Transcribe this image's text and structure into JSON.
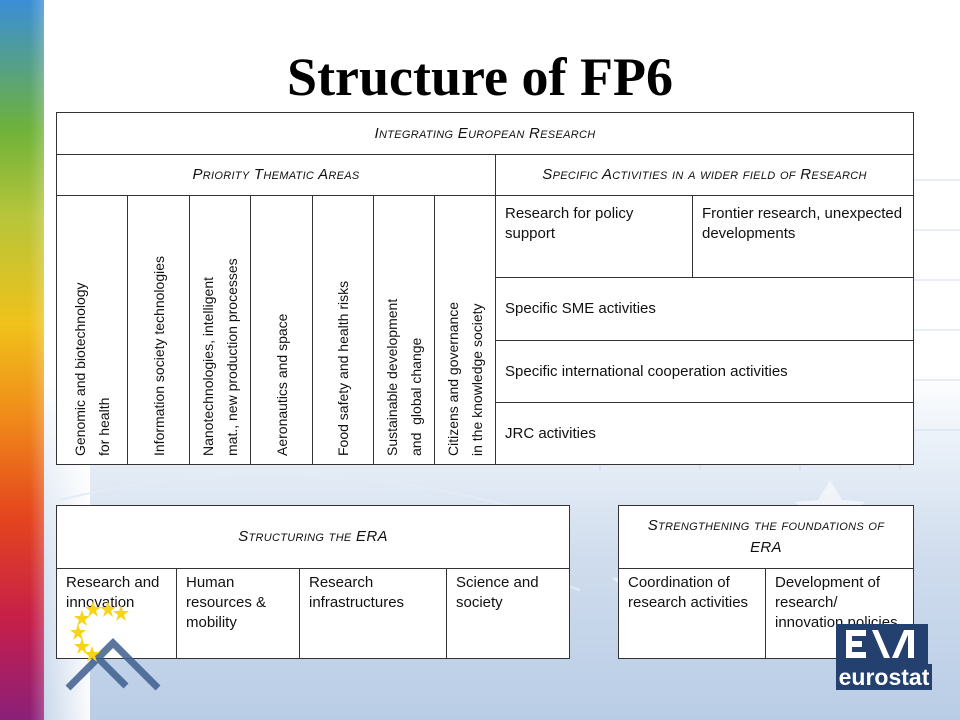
{
  "page": {
    "title": "Structure of FP6"
  },
  "integrating": {
    "header": "Integrating European Research",
    "priority_header": "Priority Thematic Areas",
    "specific_header": "Specific Activities in a wider field of Research",
    "priority_areas": [
      "Genomic and biotechnology\nfor health",
      "Information society technologies",
      "Nanotechnologies, intelligent\nmat., new production processes",
      "Aeronautics and space",
      "Food safety and health risks",
      "Sustainable development\nand  global change",
      "Citizens and governance\nin the knowledge society"
    ],
    "specific_activities": [
      "Research for policy support",
      "Frontier research, unexpected developments",
      "Specific SME activities",
      "Specific international cooperation activities",
      "JRC activities"
    ]
  },
  "structuring": {
    "header": "Structuring the ERA",
    "items": [
      "Research and innovation",
      "Human resources & mobility",
      "Research infrastructures",
      "Science and society"
    ]
  },
  "strengthening": {
    "header": "Strengthening the foundations of ERA",
    "items": [
      "Coordination of research activities",
      "Development of research/ innovation policies"
    ]
  },
  "logo": {
    "text": "eurostat",
    "accent": "#23406e"
  },
  "colors": {
    "star": "#f7d417",
    "border": "#333333"
  }
}
